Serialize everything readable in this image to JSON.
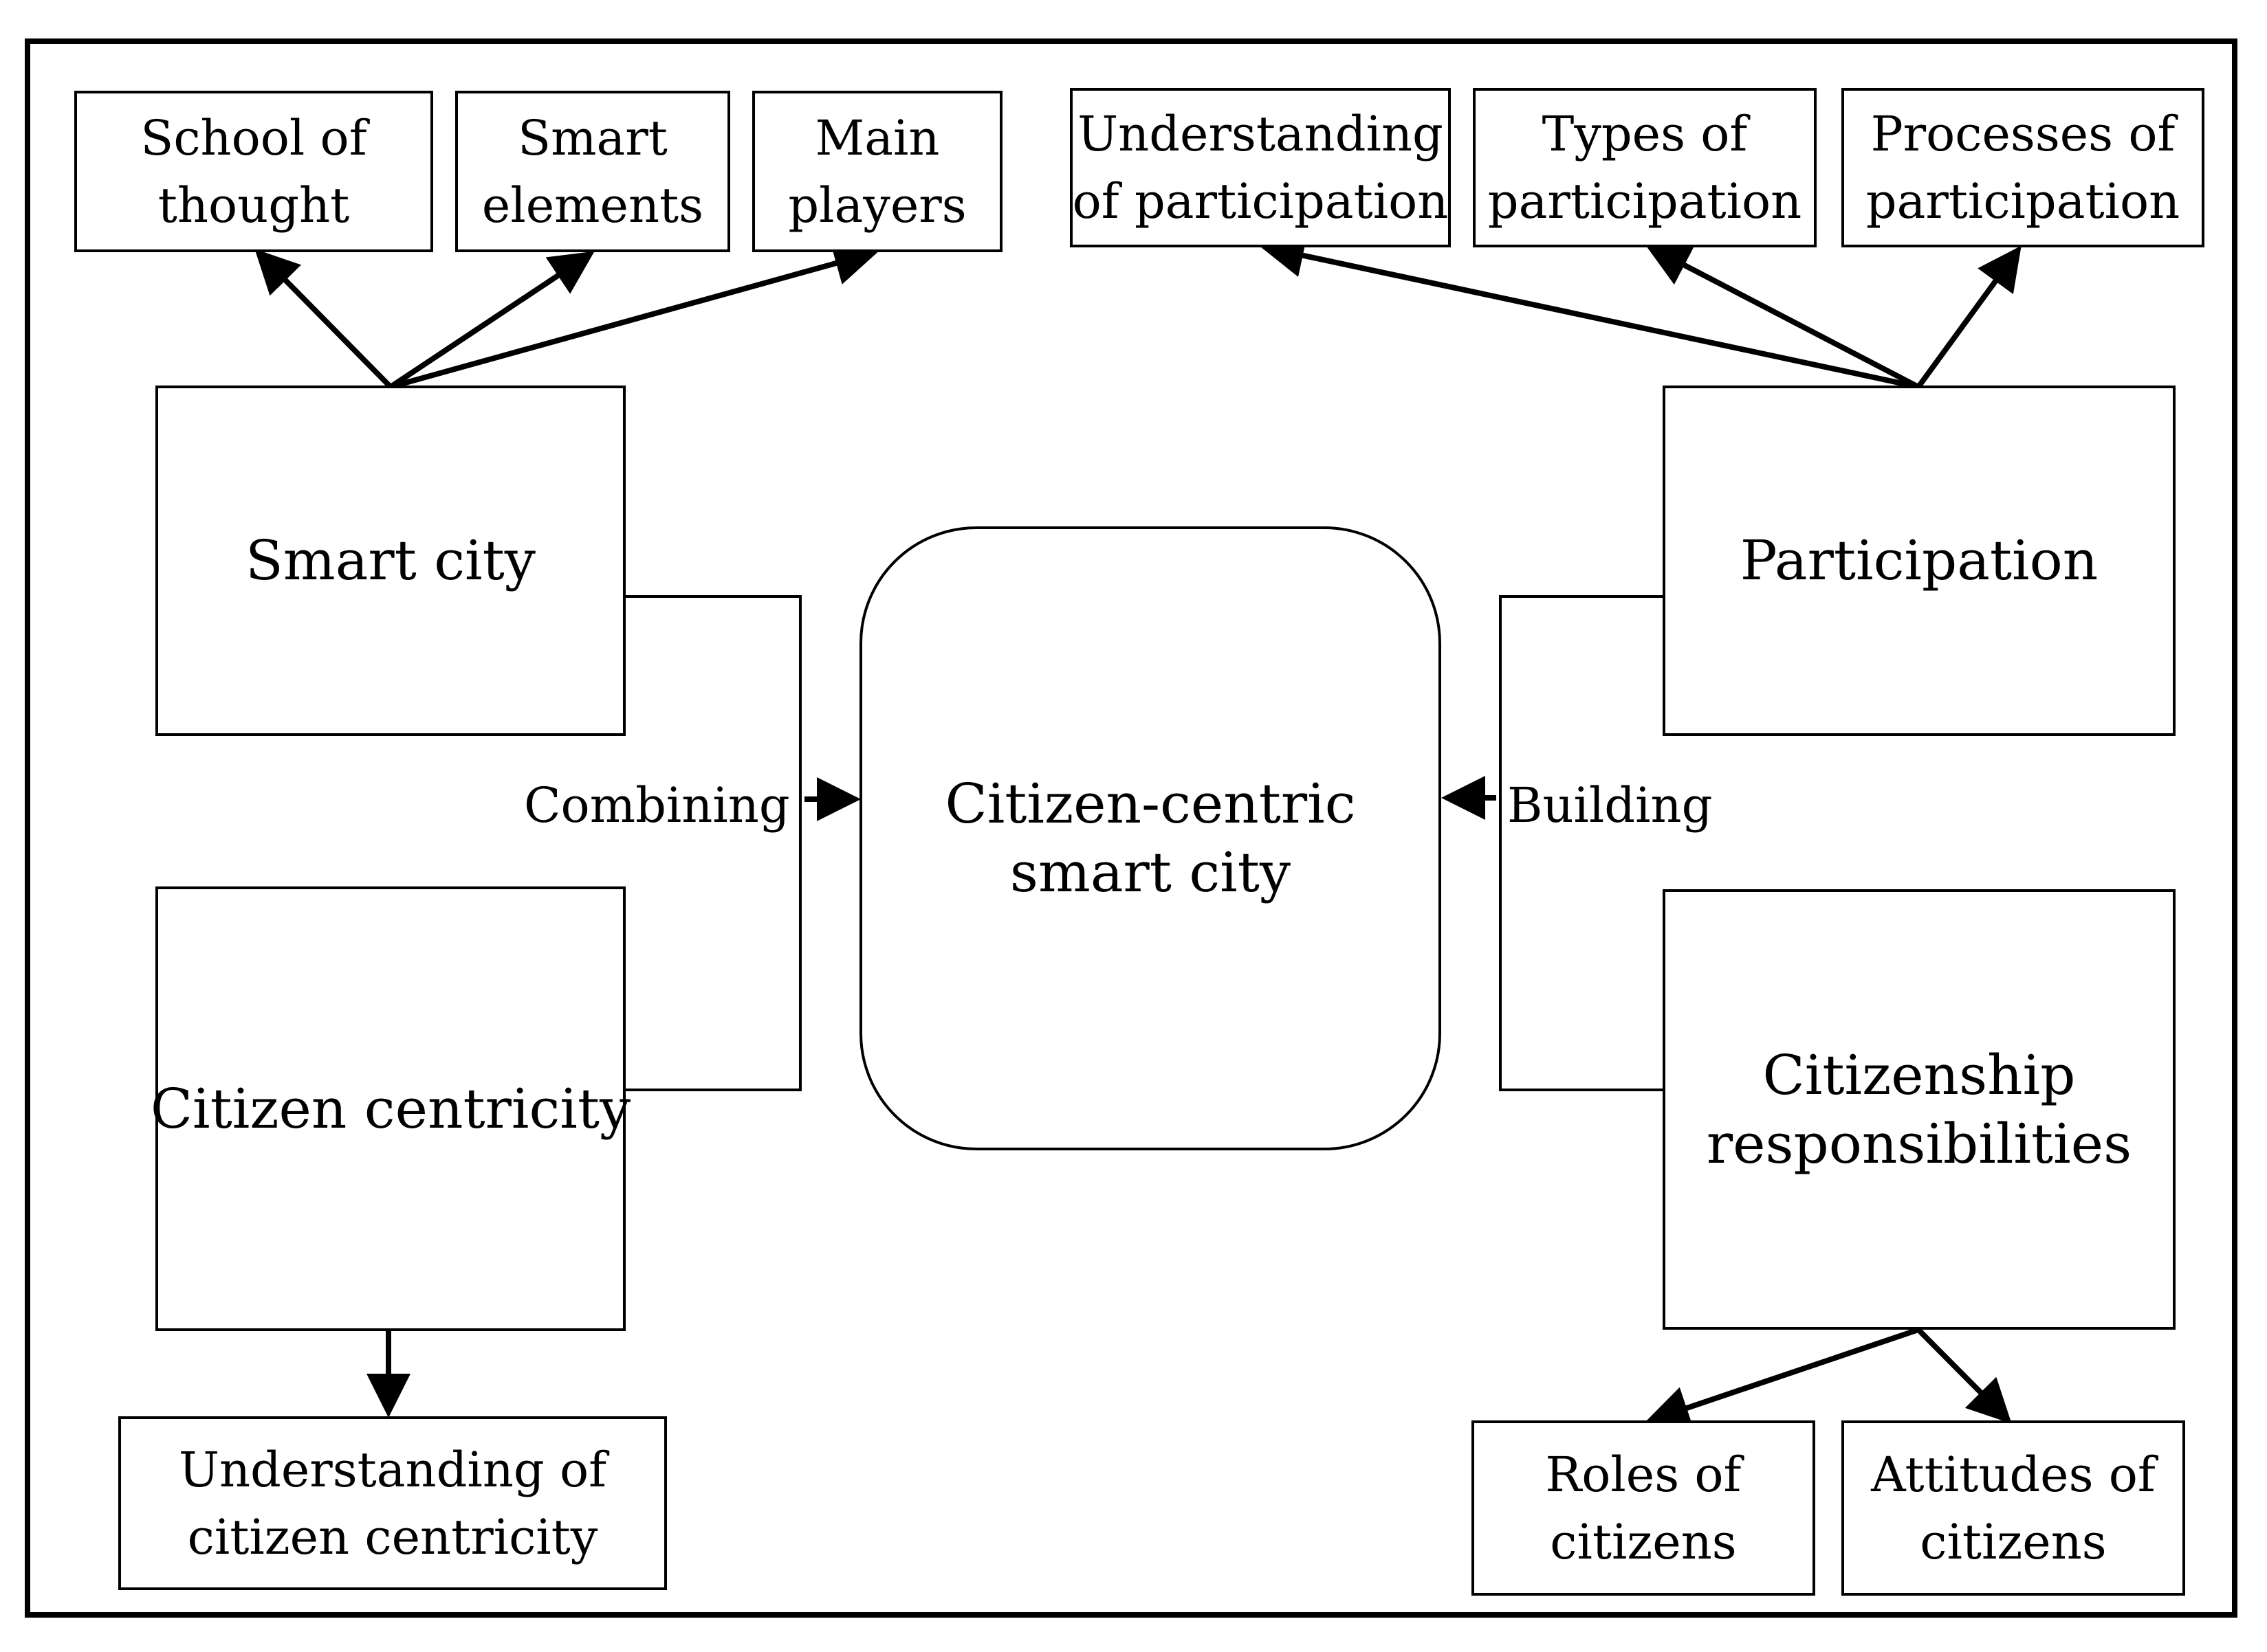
{
  "diagram": {
    "center": {
      "lines": [
        "Citizen-centric",
        "smart city"
      ]
    },
    "smart_city": {
      "label": "Smart city",
      "children": [
        {
          "lines": [
            "School of",
            "thought"
          ]
        },
        {
          "lines": [
            "Smart",
            "elements"
          ]
        },
        {
          "lines": [
            "Main",
            "players"
          ]
        }
      ]
    },
    "citizen_centricity": {
      "label": "Citizen centricity",
      "child": {
        "lines": [
          "Understanding of",
          "citizen centricity"
        ]
      }
    },
    "participation": {
      "label": "Participation",
      "children": [
        {
          "lines": [
            "Understanding",
            "of participation"
          ]
        },
        {
          "lines": [
            "Types of",
            "participation"
          ]
        },
        {
          "lines": [
            "Processes of",
            "participation"
          ]
        }
      ]
    },
    "citizenship": {
      "lines": [
        "Citizenship",
        "responsibilities"
      ],
      "children": [
        {
          "lines": [
            "Roles of",
            "citizens"
          ]
        },
        {
          "lines": [
            "Attitudes of",
            "citizens"
          ]
        }
      ]
    },
    "edges": {
      "combining": "Combining",
      "building": "Building"
    }
  }
}
